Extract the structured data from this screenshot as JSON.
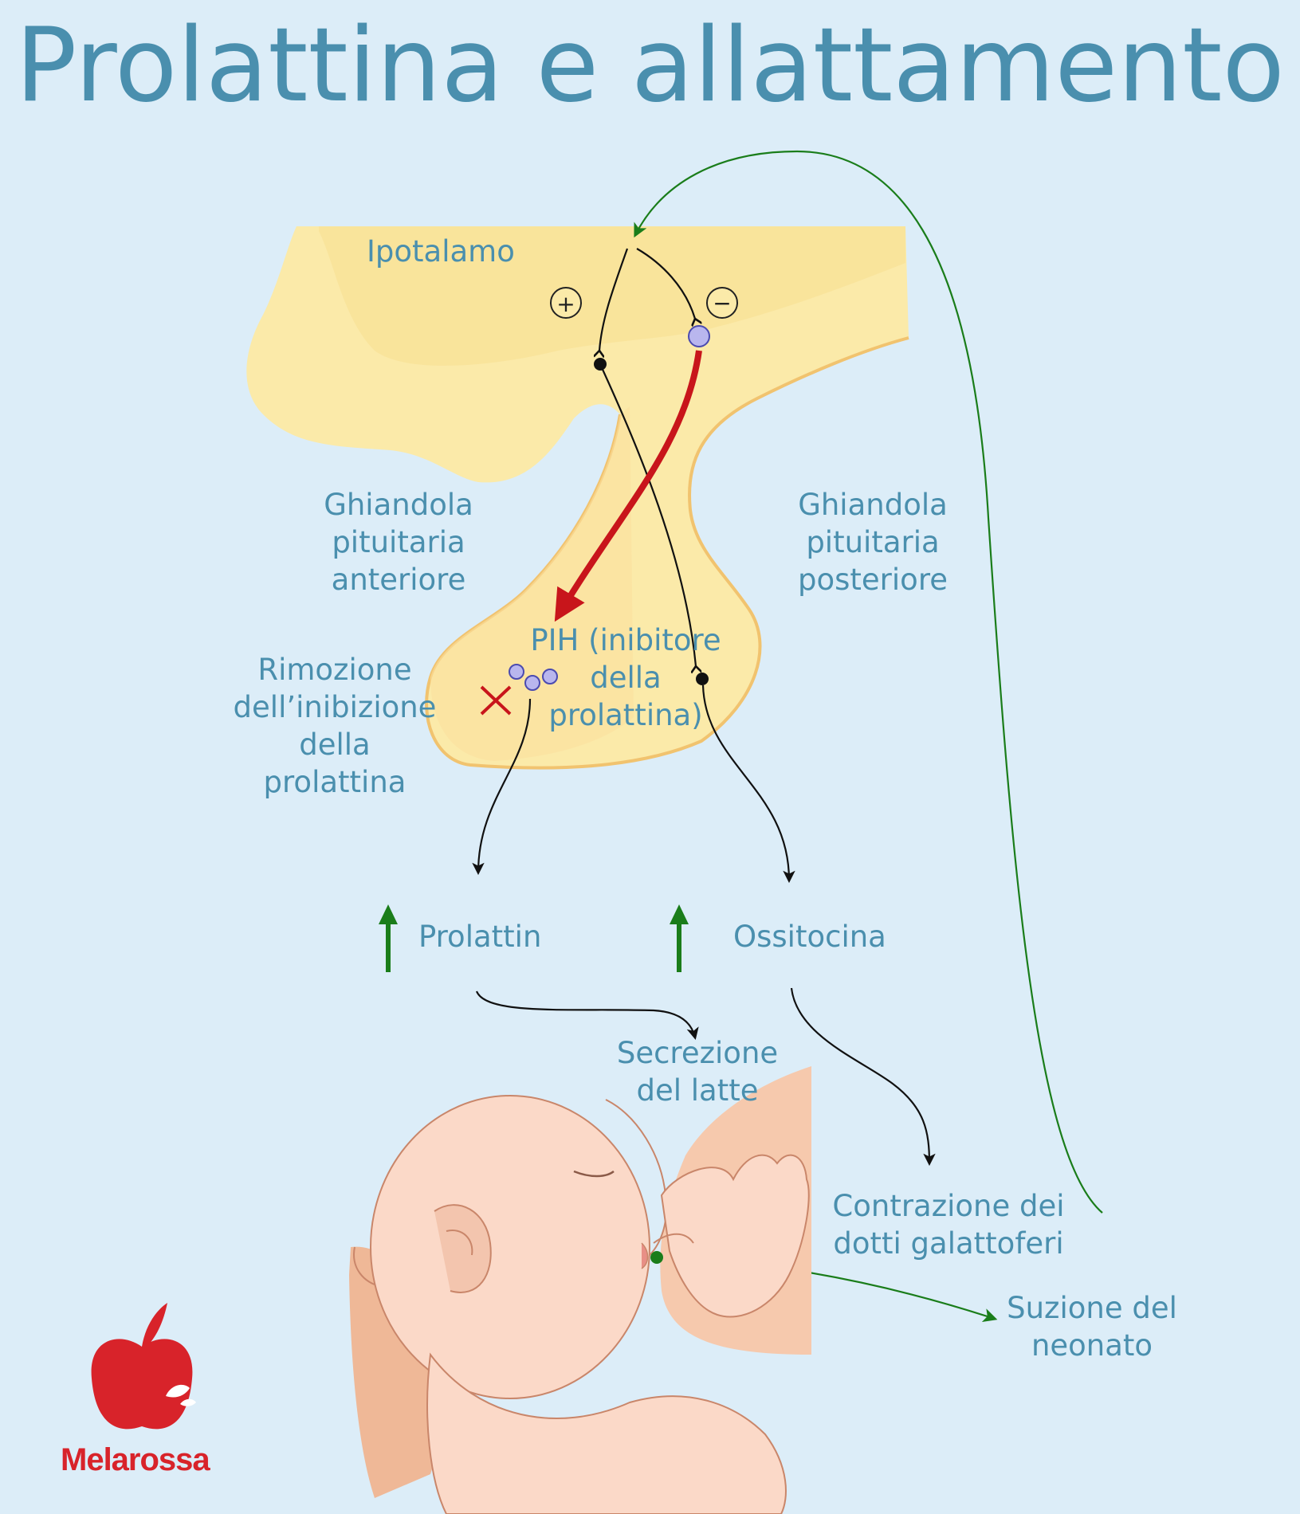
{
  "title": "Prolattina e allattamento",
  "labels": {
    "hypothalamus": "Ipotalamo",
    "plus_sign": "+",
    "minus_sign": "−",
    "anterior_pituitary": "Ghiandola\npituitaria\nanteriore",
    "posterior_pituitary": "Ghiandola\npituitaria\nposteriore",
    "pih": "PIH (inibitore\ndella\nprolattina)",
    "inhibition_removal": "Rimozione\ndell’inibizione\ndella prolattina",
    "prolactin": "Prolattin",
    "oxytocin": "Ossitocina",
    "milk_secretion": "Secrezione\ndel latte",
    "duct_contraction": "Contrazione dei\ndotti galattoferi",
    "infant_suckling": "Suzione del\nneonato"
  },
  "brand": {
    "name": "Melarossa"
  },
  "colors": {
    "background": "#dcedf8",
    "text": "#4a8fae",
    "gland_fill": "#fbeaa9",
    "gland_outline": "#f1c36f",
    "red_arrow": "#c8151b",
    "green_arrow": "#1a7d1a",
    "skin": "#fbd9c8",
    "brand_red": "#d8232a"
  }
}
